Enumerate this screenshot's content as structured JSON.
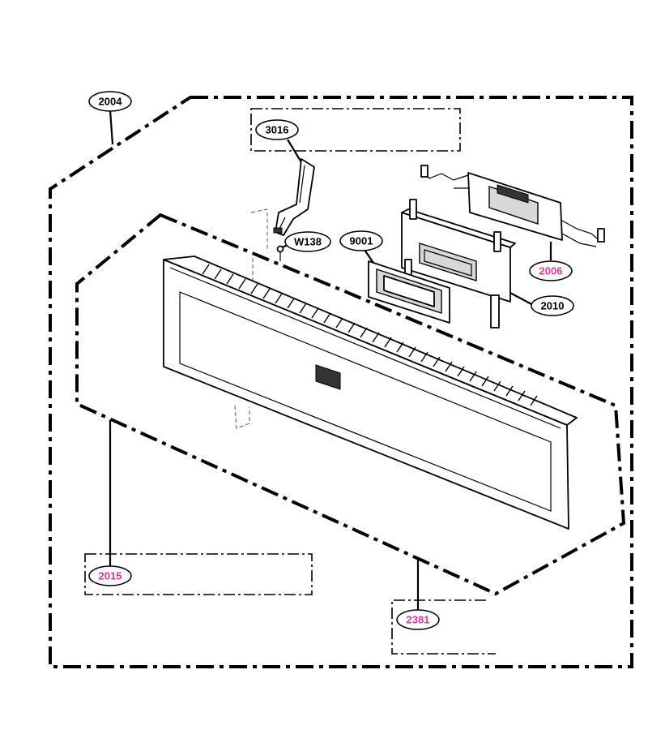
{
  "callouts": {
    "c2004": {
      "label": "2004",
      "color": "#000000"
    },
    "c3016": {
      "label": "3016",
      "color": "#000000"
    },
    "cW138": {
      "label": "W138",
      "color": "#000000"
    },
    "c9001": {
      "label": "9001",
      "color": "#000000"
    },
    "c2006": {
      "label": "2006",
      "color": "#d4399a"
    },
    "c2010": {
      "label": "2010",
      "color": "#000000"
    },
    "c2015": {
      "label": "2015",
      "color": "#d4399a"
    },
    "c2381": {
      "label": "2381",
      "color": "#d4399a"
    }
  }
}
